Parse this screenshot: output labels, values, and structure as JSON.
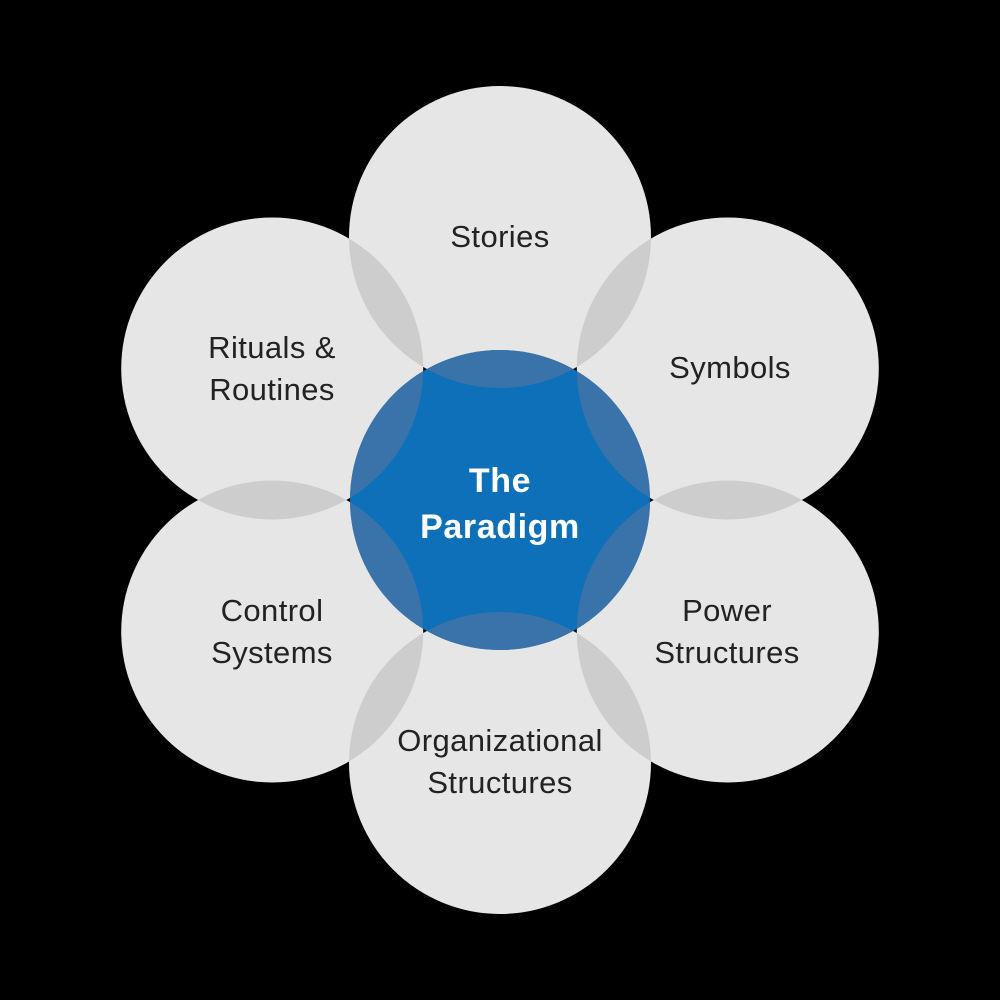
{
  "colors": {
    "background": "#000000",
    "petal": "#e6e6e6",
    "petal_overlap": "#cdcdcd",
    "center_blue": "#0e70b8",
    "center_overlap_blue": "#3973aa",
    "label_text": "#222222",
    "center_text": "#ffffff"
  },
  "diagram": {
    "center": {
      "label": "The\nParadigm"
    },
    "petals": [
      {
        "id": "stories",
        "label": "Stories"
      },
      {
        "id": "symbols",
        "label": "Symbols"
      },
      {
        "id": "power-structures",
        "label": "Power\nStructures"
      },
      {
        "id": "organizational-structures",
        "label": "Organizational\nStructures"
      },
      {
        "id": "control-systems",
        "label": "Control\nSystems"
      },
      {
        "id": "rituals-routines",
        "label": "Rituals &\nRoutines"
      }
    ]
  }
}
